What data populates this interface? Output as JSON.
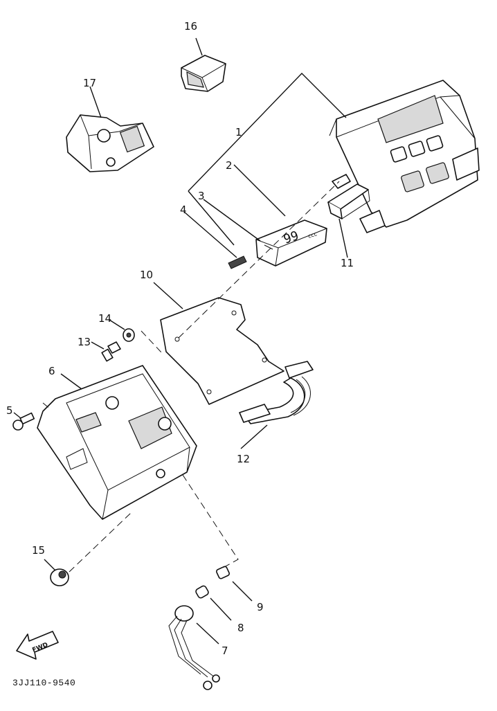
{
  "labels": {
    "p1": "1",
    "p2": "2",
    "p3": "3",
    "p4": "4",
    "p5": "5",
    "p6": "6",
    "p7": "7",
    "p8": "8",
    "p9": "9",
    "p10": "10",
    "p11": "11",
    "p12": "12",
    "p13": "13",
    "p14": "14",
    "p15": "15",
    "p16": "16",
    "p17": "17"
  },
  "display_text": "99",
  "fwd_label": "FWD",
  "diagram_code": "3JJ110-9540"
}
